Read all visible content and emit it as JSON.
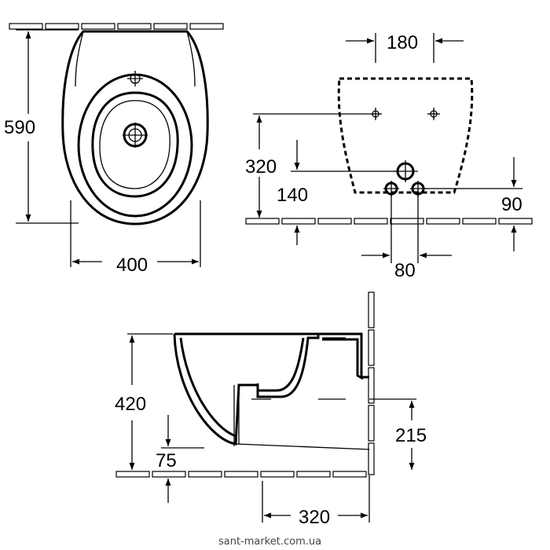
{
  "dimensions": {
    "top_depth": "590",
    "top_width": "400",
    "rear_hole_spacing": "180",
    "rear_fixing_height": "320",
    "rear_supply_height": "140",
    "rear_waste_height": "90",
    "rear_waste_spacing": "80",
    "side_height": "420",
    "side_waste_height": "215",
    "side_floor_offset": "75",
    "side_projection": "320"
  },
  "watermark": "sant-market.com.ua"
}
